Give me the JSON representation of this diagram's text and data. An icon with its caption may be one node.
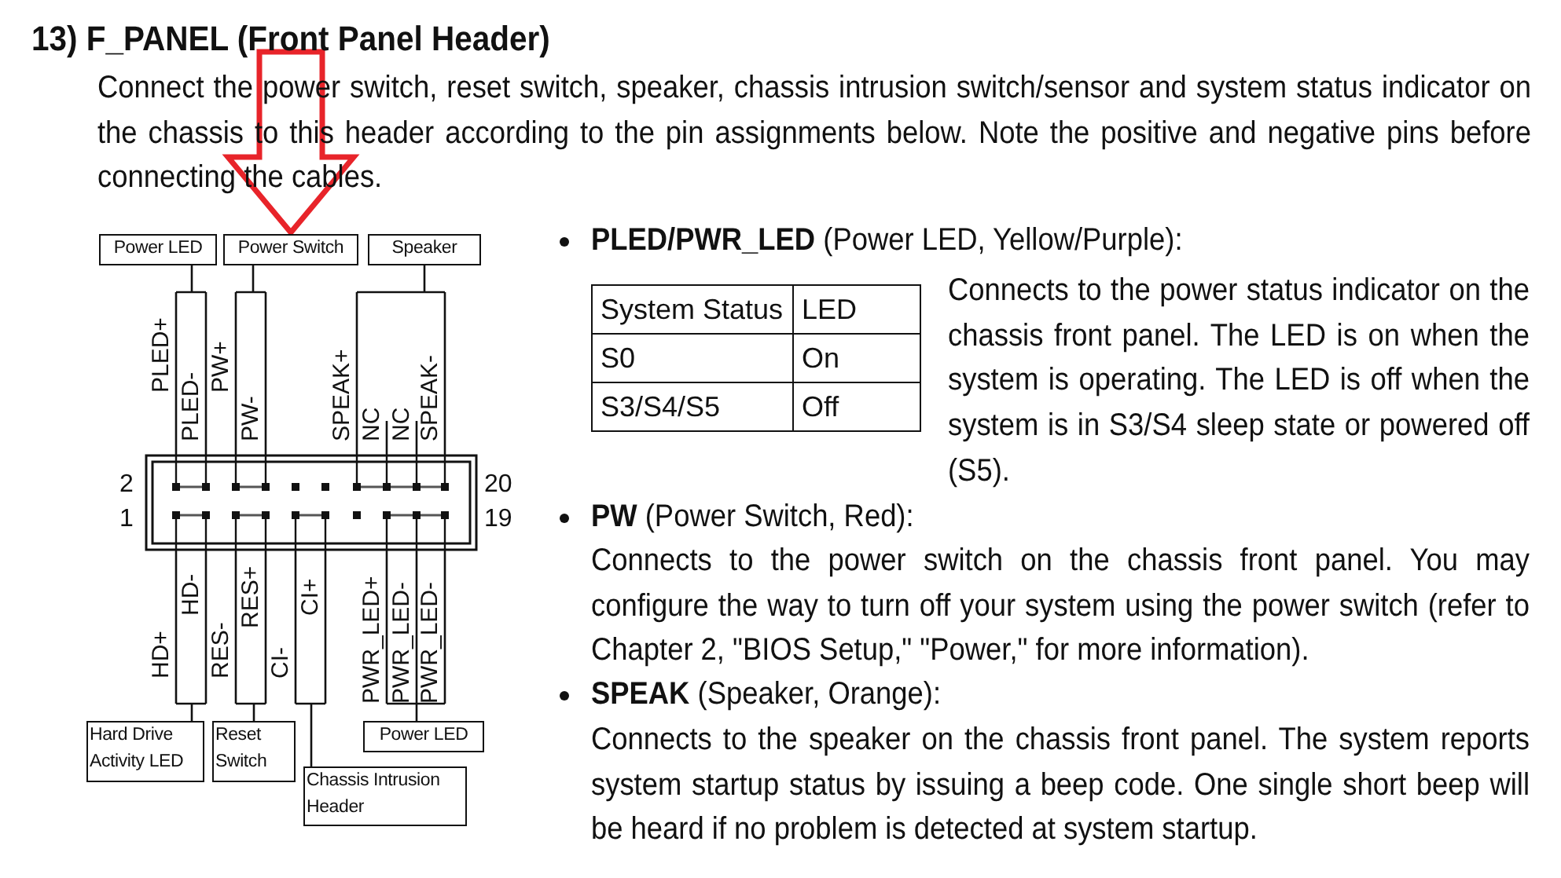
{
  "diagram": {
    "title": "13) F_PANEL (Front Panel Header)",
    "nodes": [
      {
        "text": [
          "Power LED"
        ]
      },
      {
        "text": [
          "Power Switch"
        ]
      },
      {
        "text": [
          "Speaker"
        ]
      },
      {
        "text": [],
        "shape": "box",
        "beside": [
          "2",
          "20",
          "1",
          "19"
        ]
      },
      {
        "text": [
          "Hard Drive Activity LED"
        ]
      },
      {
        "text": [
          "Reset Switch"
        ]
      },
      {
        "text": [
          "Chassis Intrusion Header"
        ]
      },
      {
        "text": [
          "Power LED"
        ]
      }
    ],
    "edges": [
      {
        "from": 0,
        "to": 3,
        "arrow": "none"
      },
      {
        "from": 1,
        "to": 3,
        "arrow": "none"
      },
      {
        "from": 2,
        "to": 3,
        "arrow": "none"
      },
      {
        "from": 4,
        "to": 3,
        "arrow": "none"
      },
      {
        "from": 5,
        "to": 3,
        "arrow": "none"
      },
      {
        "from": 6,
        "to": 3,
        "arrow": "none"
      },
      {
        "from": 7,
        "to": 3,
        "arrow": "none"
      },
      {
        "from": null,
        "to": 1,
        "arrow": "to",
        "style": "thick",
        "color": "#e8242a"
      }
    ],
    "labels": [
      "Connect the power switch, reset switch, speaker, chassis intrusion switch/sensor and system status indicator on the chassis to this header according to the pin assignments below. Note the positive and negative pins before connecting the cables.",
      "PLED+",
      "PLED-",
      "PW+",
      "PW-",
      "SPEAK+",
      "NC",
      "NC",
      "SPEAK-",
      "HD+",
      "HD-",
      "RES-",
      "RES+",
      "CI-",
      "CI+",
      "PWR_LED+",
      "PWR_LED-",
      "PWR_LED-",
      "**PLED/PWR_LED** (Power LED, Yellow/Purple):",
      "System Status",
      "LED",
      "S0",
      "On",
      "S3/S4/S5",
      "Off",
      "Connects to the power status indicator on the chassis front panel. The LED is on when the system is operating. The LED is off when the system is in S3/S4 sleep state or powered off (S5).",
      "**PW** (Power Switch, Red):",
      "Connects to the power switch on the chassis front panel. You may configure the way to turn off your system using the power switch (refer to Chapter 2, \"BIOS Setup,\" \"Power,\" for more information).",
      "**SPEAK** (Speaker, Orange):",
      "Connects to the speaker on the chassis front panel. The system reports system startup status by issuing a beep code. One single short beep will be heard if no problem is detected at system startup."
    ]
  }
}
